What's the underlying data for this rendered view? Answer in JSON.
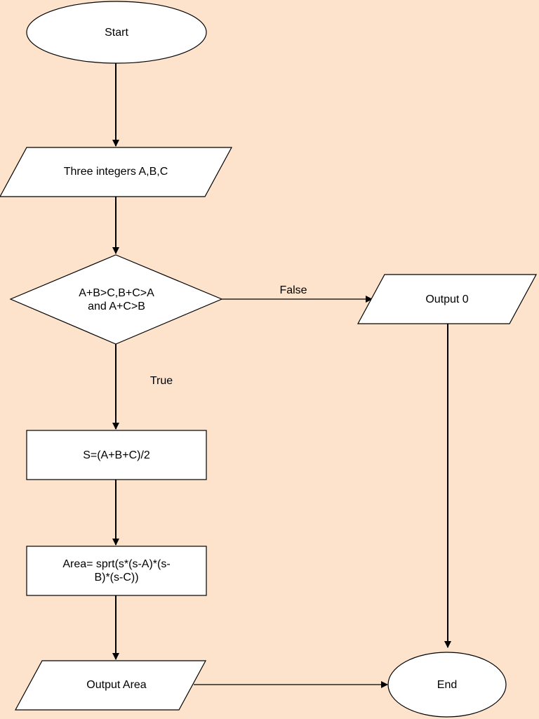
{
  "colors": {
    "background": "#fde3cc",
    "node_fill": "#ffffff",
    "line": "#000000"
  },
  "nodes": {
    "start": {
      "type": "terminator",
      "label": "Start"
    },
    "input": {
      "type": "input-output",
      "label": "Three integers A,B,C"
    },
    "decision": {
      "type": "decision",
      "label_line1": "A+B>C,B+C>A",
      "label_line2": "and A+C>B"
    },
    "output_zero": {
      "type": "input-output",
      "label": "Output 0"
    },
    "compute_s": {
      "type": "process",
      "label": "S=(A+B+C)/2"
    },
    "compute_area": {
      "type": "process",
      "label_line1": "Area= sprt(s*(s-A)*(s-",
      "label_line2": "B)*(s-C))"
    },
    "output_area": {
      "type": "input-output",
      "label": "Output Area"
    },
    "end": {
      "type": "terminator",
      "label": "End"
    }
  },
  "edges": [
    {
      "from": "start",
      "to": "input",
      "label": ""
    },
    {
      "from": "input",
      "to": "decision",
      "label": ""
    },
    {
      "from": "decision",
      "to": "output_zero",
      "label": "False"
    },
    {
      "from": "decision",
      "to": "compute_s",
      "label": "True"
    },
    {
      "from": "compute_s",
      "to": "compute_area",
      "label": ""
    },
    {
      "from": "compute_area",
      "to": "output_area",
      "label": ""
    },
    {
      "from": "output_area",
      "to": "end",
      "label": ""
    },
    {
      "from": "output_zero",
      "to": "end",
      "label": ""
    }
  ],
  "labels": {
    "false_label": "False",
    "true_label": "True"
  }
}
